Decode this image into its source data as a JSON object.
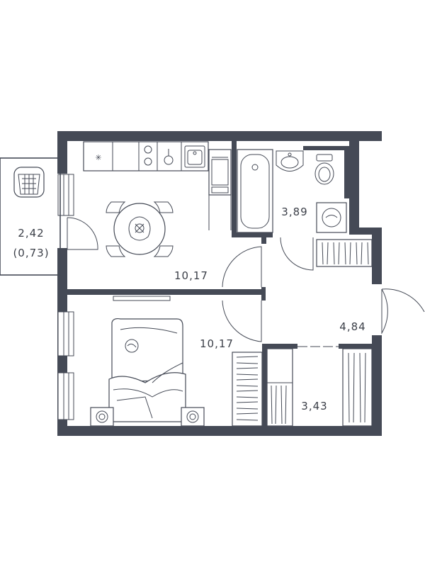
{
  "plan": {
    "colors": {
      "wall": "#454a56",
      "background": "#ffffff",
      "text": "#3b3f48"
    },
    "rooms": {
      "balcony": {
        "area": "2,42",
        "area_reduced": "(0,73)"
      },
      "kitchen": {
        "area": "10,17"
      },
      "bathroom": {
        "area": "3,89"
      },
      "bedroom": {
        "area": "10,17"
      },
      "hallway": {
        "area": "4,84"
      },
      "storage": {
        "area": "3,43"
      }
    },
    "icons": [
      "plant-icon",
      "sink-icon",
      "bathtub-icon",
      "toilet-icon",
      "washing-machine-icon",
      "dining-table-icon",
      "bed-icon",
      "stove-icon",
      "wardrobe-icon",
      "lamp-icon"
    ]
  }
}
